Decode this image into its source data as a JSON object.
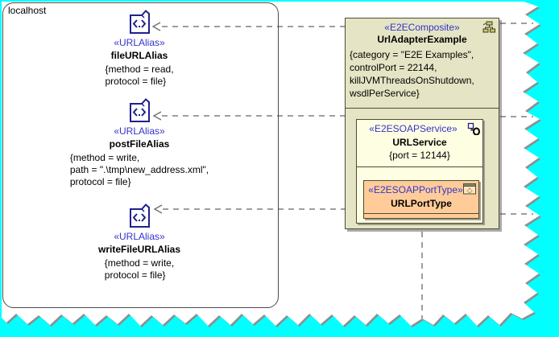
{
  "diagram": {
    "localhost_label": "localhost",
    "aliases": [
      {
        "stereotype": "«URLAlias»",
        "name": "fileURLAlias",
        "tags": [
          "{method = read,",
          "protocol = file}"
        ]
      },
      {
        "stereotype": "«URLAlias»",
        "name": "postFileAlias",
        "tags": [
          "{method = write,",
          "path = \".\\tmp\\new_address.xml\",",
          "protocol = file}"
        ]
      },
      {
        "stereotype": "«URLAlias»",
        "name": "writeFileURLAlias",
        "tags": [
          "{method = write,",
          "protocol = file}"
        ]
      }
    ],
    "composite": {
      "stereotype": "«E2EComposite»",
      "name": "UrlAdapterExample",
      "tags": [
        "{category = \"E2E Examples\",",
        "controlPort = 22144,",
        "killJVMThreadsOnShutdown,",
        "wsdlPerService}"
      ],
      "service": {
        "stereotype": "«E2ESOAPService»",
        "name": "URLService",
        "tags": [
          "{port = 12144}"
        ],
        "porttype": {
          "stereotype": "«E2ESOAPPortType»",
          "name": "URLPortType"
        }
      }
    },
    "colors": {
      "page_background": "#00ffff",
      "paper": "#ffffff",
      "stereotype_text": "#3333cc",
      "composite_fill": "#e5e5c5",
      "service_fill": "#fefee2",
      "porttype_fill": "#ffcc99",
      "alias_icon": "#20208f",
      "connector": "#3c3c3c"
    }
  }
}
